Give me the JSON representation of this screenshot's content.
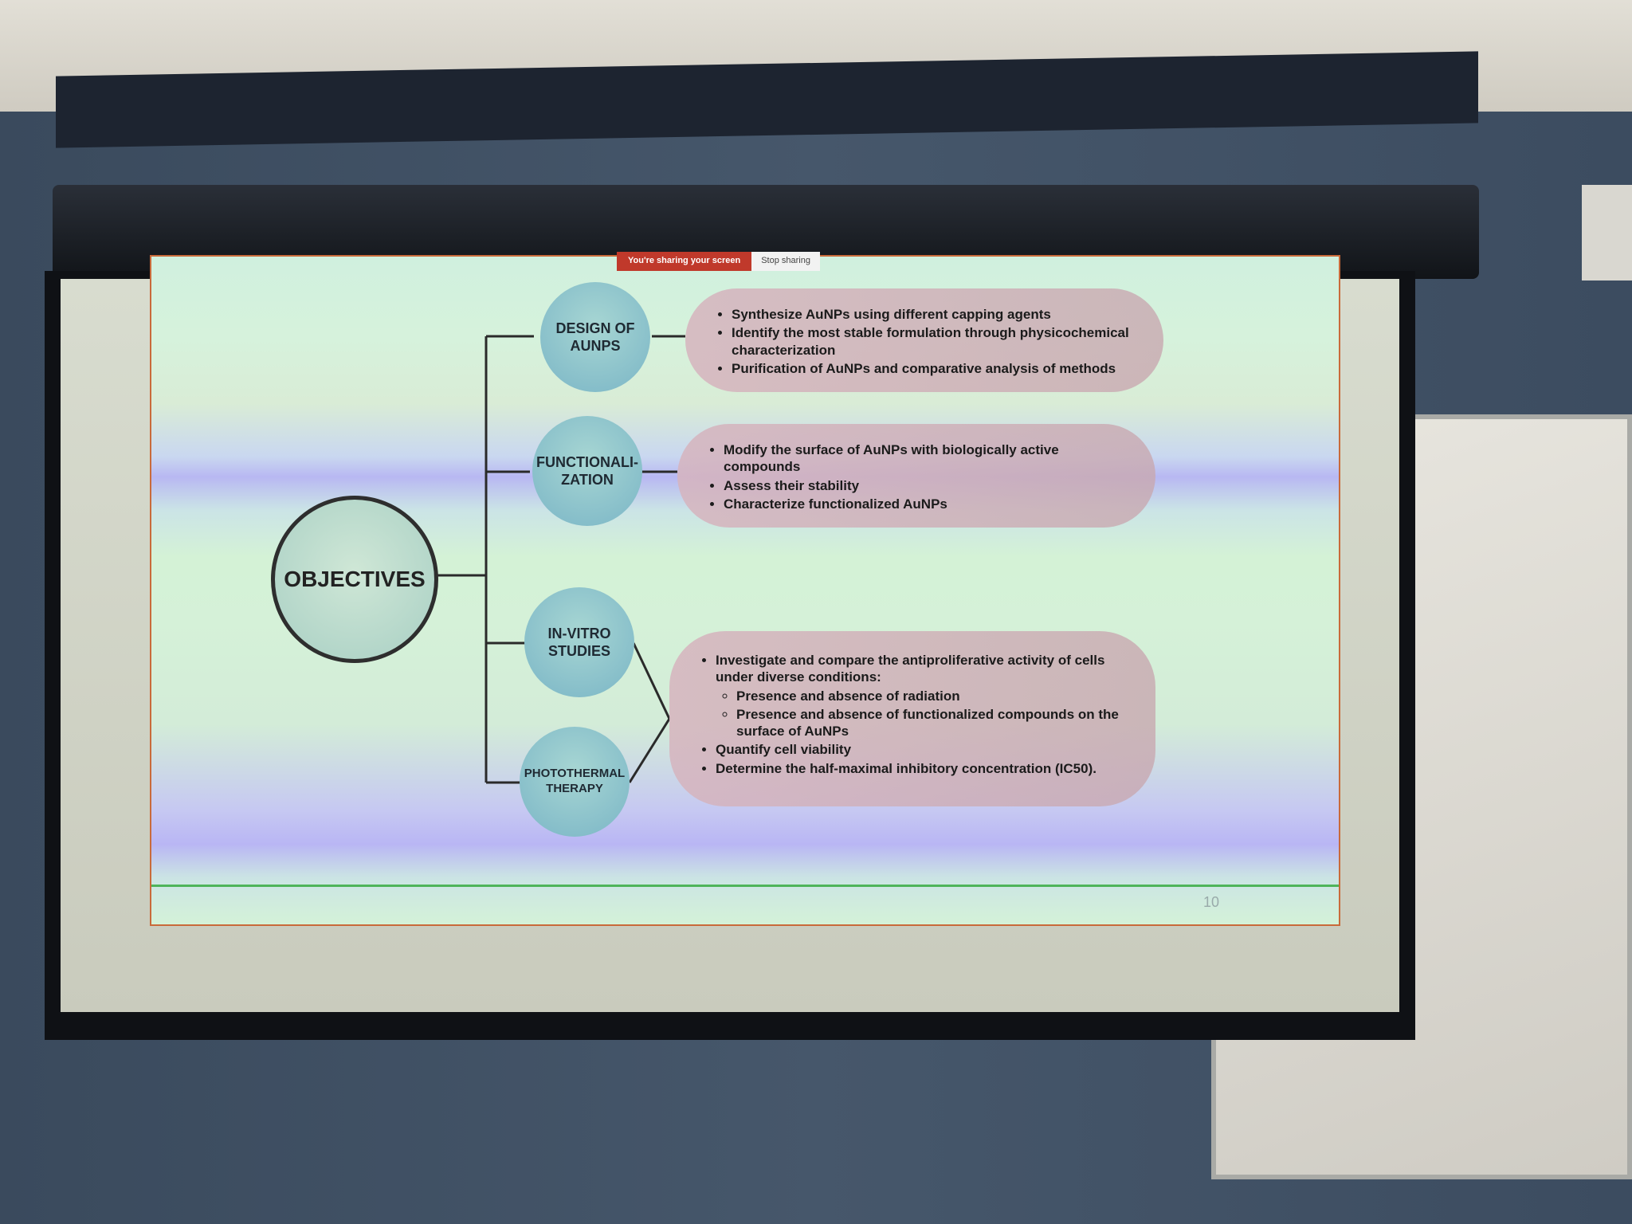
{
  "share_bar": {
    "sharing_label": "You're sharing your screen",
    "stop_label": "Stop sharing"
  },
  "slide": {
    "center_label": "OBJECTIVES",
    "page_number": "10",
    "branches": [
      {
        "node": "DESIGN OF AUNPS",
        "bullets": [
          "Synthesize AuNPs using different capping agents",
          "Identify the most stable formulation through physicochemical characterization",
          "Purification of AuNPs and comparative analysis of methods"
        ]
      },
      {
        "node": "FUNCTIONALI-ZATION",
        "bullets": [
          "Modify the surface of AuNPs with biologically active compounds",
          "Assess their stability",
          "Characterize functionalized AuNPs"
        ]
      },
      {
        "node": "IN-VITRO STUDIES"
      },
      {
        "node": "PHOTOTHERMAL THERAPY"
      }
    ],
    "shared_box": {
      "bullet_1": "Investigate and compare the antiproliferative activity of cells under diverse conditions:",
      "sub_1": "Presence and absence of radiation",
      "sub_2": "Presence and absence of functionalized compounds on the surface of AuNPs",
      "bullet_2": "Quantify cell viability",
      "bullet_3": "Determine the half-maximal inhibitory concentration (IC50)."
    }
  }
}
